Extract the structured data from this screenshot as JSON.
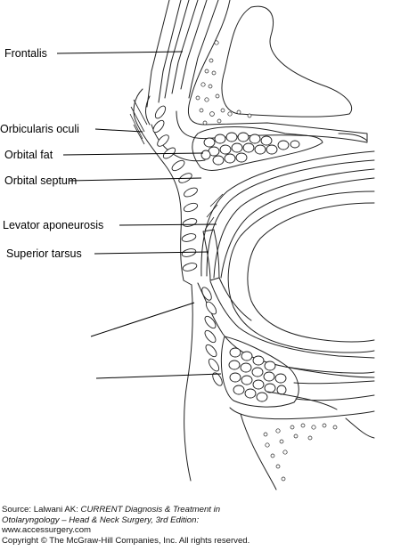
{
  "labels": {
    "frontalis": "Frontalis",
    "orbicularis_oculi": "Orbicularis oculi",
    "orbital_fat": "Orbital fat",
    "orbital_septum": "Orbital septum",
    "levator_aponeurosis": "Levator aponeurosis",
    "superior_tarsus": "Superior tarsus"
  },
  "caption": {
    "source_prefix": "Source: Lalwani AK: ",
    "book_title_1": "CURRENT Diagnosis & Treatment in",
    "book_title_2": "Otolaryngology – Head & Neck Surgery, 3rd Edition:",
    "url": "www.accessurgery.com",
    "copyright": "Copyright © The McGraw-Hill Companies, Inc. All rights reserved."
  }
}
